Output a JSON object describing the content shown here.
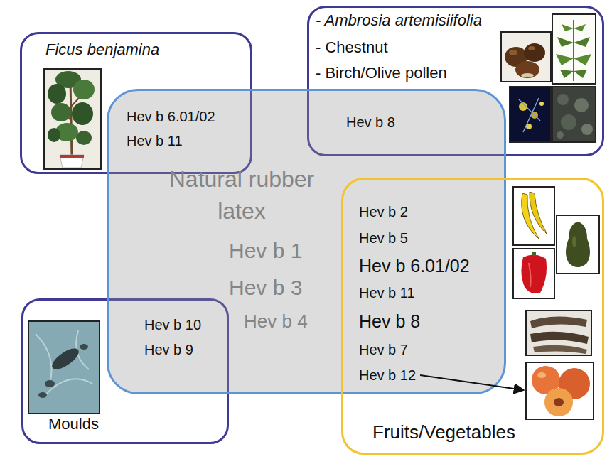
{
  "diagram": {
    "nodes": [
      {
        "text": [
          "Ficus benjamina"
        ]
      },
      {
        "text": [
          "- Ambrosia artemisiifolia",
          "- Chestnut",
          "- Birch/Olive pollen"
        ]
      },
      {
        "text": [
          "Natural rubber latex",
          "Hev b 1",
          "Hev b 3",
          "Hev b 4"
        ]
      },
      {
        "text": [
          "Moulds"
        ]
      },
      {
        "text": [
          "Fruits/Vegetables"
        ]
      }
    ],
    "labels": [
      "Hev b 6.01/02",
      "Hev b 11",
      "Hev b 8",
      "Hev b 10",
      "Hev b 9",
      "Hev b 2",
      "Hev b 5",
      "Hev b 6.01/02",
      "Hev b 11",
      "Hev b 8",
      "Hev b 7",
      "Hev b 12"
    ]
  }
}
